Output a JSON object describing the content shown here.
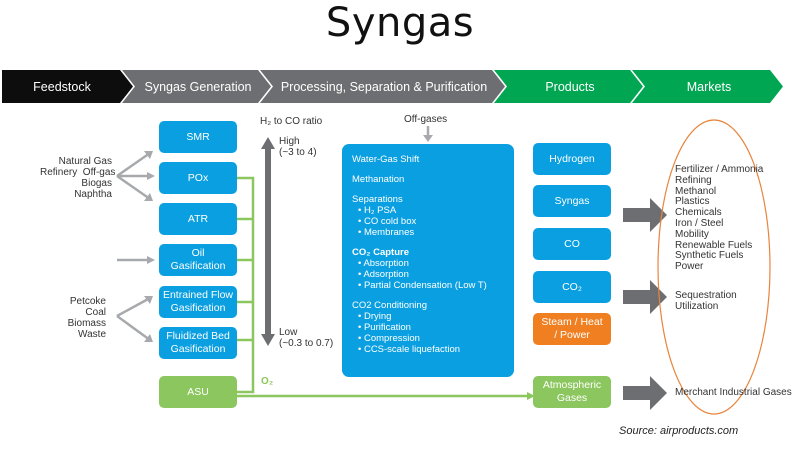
{
  "title": "Syngas",
  "stages": [
    {
      "label": "Feedstock",
      "color": "#0d0d0d"
    },
    {
      "label": "Syngas Generation",
      "color": "#6d6e71"
    },
    {
      "label": "Processing, Separation & Purification",
      "color": "#6d6e71"
    },
    {
      "label": "Products",
      "color": "#00a651"
    },
    {
      "label": "Markets",
      "color": "#00a651"
    }
  ],
  "feedstocks": {
    "gas_group": [
      "Natural Gas",
      "Refinery  Off-gas",
      "Biogas",
      "Naphtha"
    ],
    "solid_group": [
      "Petcoke",
      "Coal",
      "Biomass",
      "Waste"
    ]
  },
  "generation": [
    {
      "label": "SMR"
    },
    {
      "label": "POx"
    },
    {
      "label": "ATR"
    },
    {
      "label": "Oil Gasification"
    },
    {
      "label": "Entrained Flow Gasification"
    },
    {
      "label": "Fluidized Bed Gasification"
    },
    {
      "label": "ASU"
    }
  ],
  "ratio": {
    "title": "H₂ to CO ratio",
    "high": "High",
    "high_range": "(~3 to 4)",
    "low": "Low",
    "low_range": "(~0.3 to 0.7)"
  },
  "o2_label": "O₂",
  "offgases_label": "Off-gases",
  "processing": {
    "water_gas_shift": "Water-Gas Shift",
    "methanation": "Methanation",
    "separations": "Separations",
    "separations_items": [
      "• H₂ PSA",
      "• CO cold box",
      "• Membranes"
    ],
    "co2_capture": "CO₂ Capture",
    "co2_capture_items": [
      "• Absorption",
      "• Adsorption",
      "• Partial Condensation (Low T)"
    ],
    "co2_conditioning": "CO2 Conditioning",
    "co2_conditioning_items": [
      "• Drying",
      "• Purification",
      "• Compression",
      "• CCS-scale liquefaction"
    ]
  },
  "products": [
    {
      "label": "Hydrogen"
    },
    {
      "label": "Syngas"
    },
    {
      "label": "CO"
    },
    {
      "label": "CO₂"
    },
    {
      "label": "Steam / Heat / Power"
    },
    {
      "label": "Atmospheric Gases"
    }
  ],
  "markets": {
    "group1": [
      "Fertilizer / Ammonia",
      "Refining",
      "Methanol",
      "Plastics",
      "Chemicals",
      "Iron / Steel",
      "Mobility",
      "Renewable Fuels",
      "Synthetic Fuels",
      "Power"
    ],
    "group2": [
      "Sequestration",
      "Utilization"
    ],
    "group3": [
      "Merchant Industrial Gases"
    ]
  },
  "colors": {
    "blue": "#0a9fe0",
    "green": "#8cc65e",
    "orange": "#f07f22",
    "grey_arrow": "#6d6e71",
    "ellipse": "#e8843c"
  },
  "source": "Source: airproducts.com"
}
